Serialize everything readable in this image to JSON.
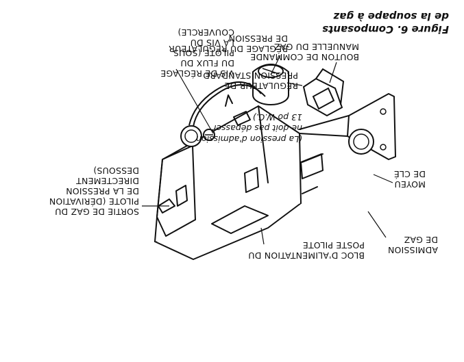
{
  "figure": {
    "title": "Figure 6. Composants\nde la soupape à gaz"
  },
  "labels": {
    "bouton": "BOUTON DE COMMANDE\nMANUELLE DU GAZ",
    "reglage_regulateur": "RÉGLAGE DU RÉGULATEUR\nDE PRESSION",
    "regulateur": "RÉGULATEUR DE\nPRESSION STANDARD",
    "note": "(La pression d'admission\nne doit pas dépasser\n13 po W.C.)",
    "moyeu": "MOYEU\nDE CLÉ",
    "admission": "ADMISSION\nDE GAZ",
    "bloc": "BLOC D'ALIMENTATION DU\nPOSTE PILOTE",
    "vis": "VIS DE RÉGLAGE\nDU FLUX DU\nPILOTE (SOUS\nLA VIS DU\nCOUVERCLE)",
    "sortie": "SORTIE DE GAZ DU\nPILOTE (DÉRIVATION\nDE LA PRESSION\nDIRECTEMENT\nDESSOUS)"
  }
}
